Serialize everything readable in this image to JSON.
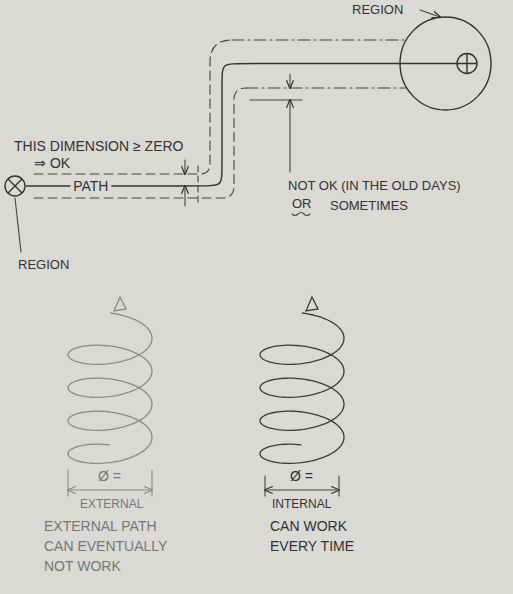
{
  "diagram": {
    "nodes": [
      {
        "text": [
          "REGION"
        ]
      },
      {
        "text": [
          "REGION"
        ]
      }
    ],
    "edges": [
      {
        "from": 1,
        "to": 0,
        "arrow": "none",
        "label": "PATH"
      }
    ],
    "labels": [
      "THIS DIMENSION ≥ ZERO",
      "⇒ OK",
      "NOT OK (IN THE OLD DAYS)",
      "OR",
      "SOMETIMES",
      "Ø =",
      "EXTERNAL",
      "EXTERNAL PATH CAN EVENTUALLY NOT WORK",
      "Ø =",
      "INTERNAL",
      "CAN WORK EVERY TIME"
    ]
  }
}
